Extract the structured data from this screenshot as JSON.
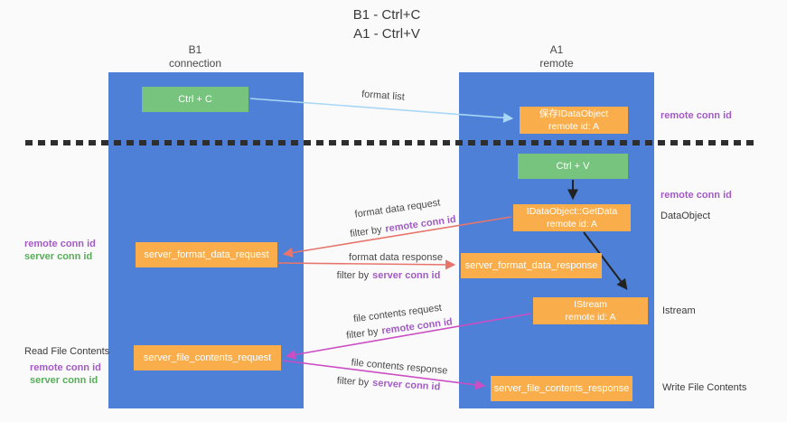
{
  "title": {
    "line1": "B1 - Ctrl+C",
    "line2": "A1 - Ctrl+V"
  },
  "lanes": {
    "b1": {
      "name": "B1",
      "subtitle": "connection"
    },
    "a1": {
      "name": "A1",
      "subtitle": "remote"
    }
  },
  "nodes": {
    "ctrl_c": {
      "label": "Ctrl + C"
    },
    "ctrl_v": {
      "label": "Ctrl + V"
    },
    "save_dataobject": {
      "line1": "保存IDataObject",
      "line2": "remote id: A"
    },
    "getdata": {
      "line1": "IDataObject::GetData",
      "line2": "remote id: A"
    },
    "istream": {
      "line1": "IStream",
      "line2": "remote id: A"
    },
    "server_format_data_request": {
      "label": "server_format_data_request"
    },
    "server_format_data_response": {
      "label": "server_format_data_response"
    },
    "server_file_contents_request": {
      "label": "server_file_contents_request"
    },
    "server_file_contents_response": {
      "label": "server_file_contents_response"
    }
  },
  "flows": {
    "format_list": {
      "label": "format list"
    },
    "format_data_request": {
      "label": "format data request",
      "filter_prefix": "filter by",
      "filter_key": "remote conn id"
    },
    "format_data_response": {
      "label": "format data response",
      "filter_prefix": "filter by",
      "filter_key": "server conn id"
    },
    "file_contents_request": {
      "label": "file contents request",
      "filter_prefix": "filter by",
      "filter_key": "remote conn id"
    },
    "file_contents_response": {
      "label": "file contents response",
      "filter_prefix": "filter by",
      "filter_key": "server conn id"
    }
  },
  "annotations": {
    "remote_conn_id_top": "remote conn id",
    "remote_conn_id_mid": "remote conn id",
    "dataobject": "DataObject",
    "istream": "Istream",
    "write_file_contents": "Write File Contents",
    "left_remote_conn_id_1": "remote conn id",
    "left_server_conn_id_1": "server conn id",
    "read_file_contents": "Read File Contents",
    "left_remote_conn_id_2": "remote conn id",
    "left_server_conn_id_2": "server conn id"
  },
  "colors": {
    "lane_blue": "#4d80d6",
    "node_orange": "#f9ae4b",
    "node_green": "#76c47d",
    "arrow_light_blue": "#a9d7f5",
    "arrow_salmon": "#e8756d",
    "arrow_magenta": "#cb4ec5",
    "arrow_black": "#222222",
    "text_purple": "#a35bc4",
    "text_green": "#58ad5a"
  }
}
